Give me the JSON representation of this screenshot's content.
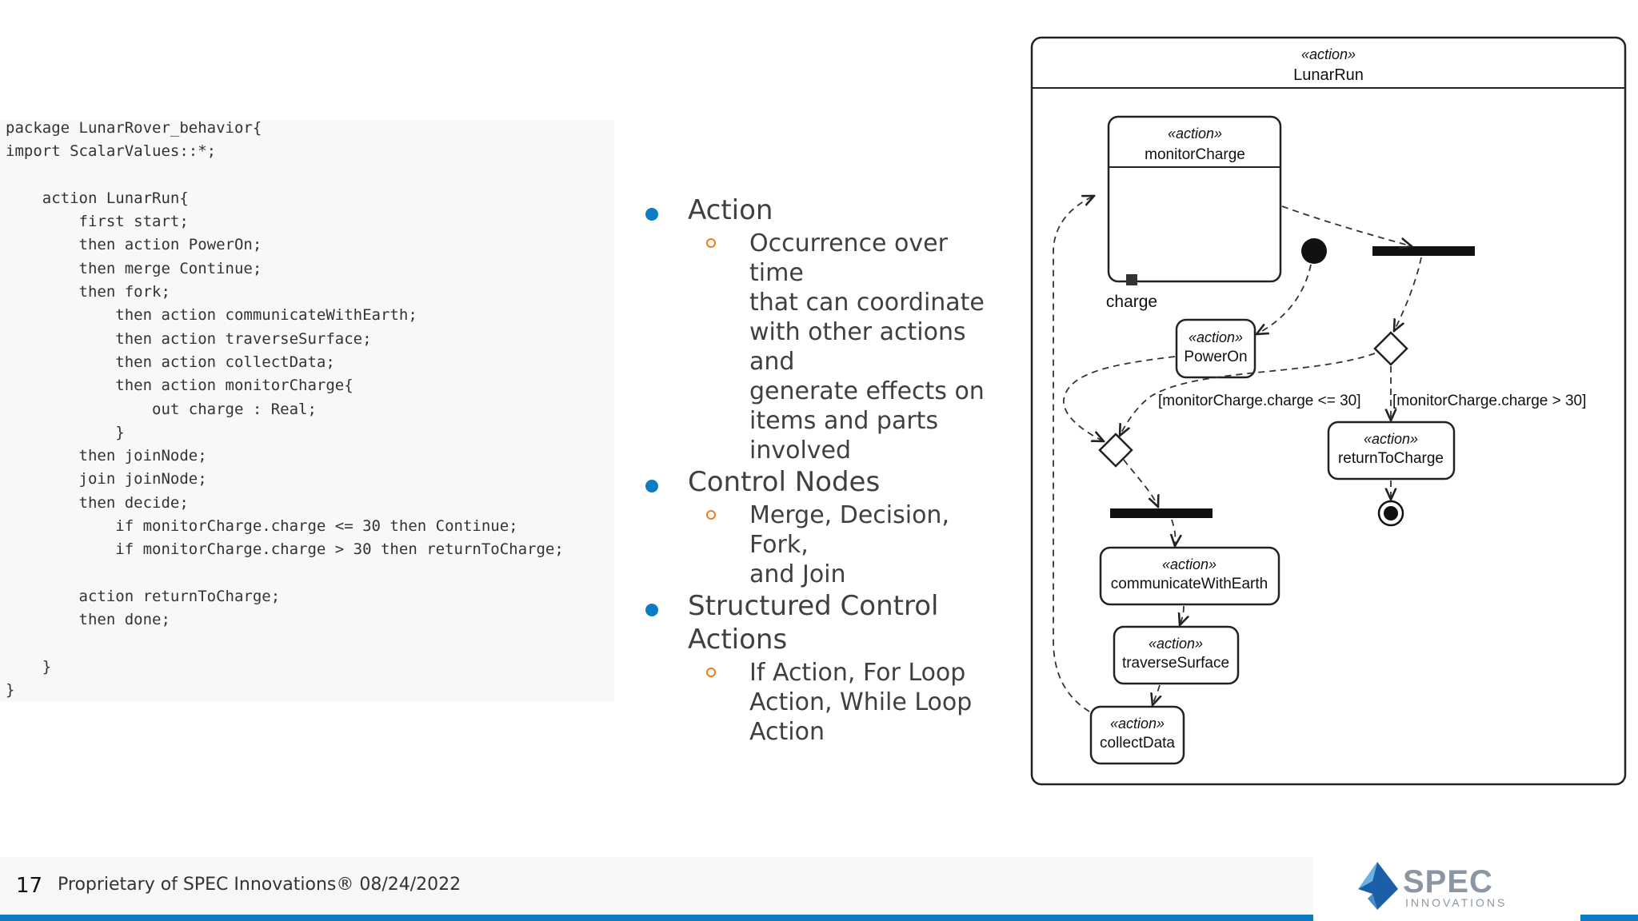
{
  "code": {
    "lines": [
      "package LunarRover_behavior{",
      "import ScalarValues::*;",
      "",
      "    action LunarRun{",
      "        first start;",
      "        then action PowerOn;",
      "        then merge Continue;",
      "        then fork;",
      "            then action communicateWithEarth;",
      "            then action traverseSurface;",
      "            then action collectData;",
      "            then action monitorCharge{",
      "                out charge : Real;",
      "            }",
      "        then joinNode;",
      "        join joinNode;",
      "        then decide;",
      "            if monitorCharge.charge <= 30 then Continue;",
      "            if monitorCharge.charge > 30 then returnToCharge;",
      "",
      "        action returnToCharge;",
      "        then done;",
      "",
      "    }",
      "}"
    ]
  },
  "bullets": [
    {
      "text": "Action",
      "subs": [
        [
          "Occurrence over time",
          "that can coordinate",
          "with other actions and",
          "generate effects on",
          "items and parts",
          "involved"
        ]
      ]
    },
    {
      "text": "Control Nodes",
      "subs": [
        [
          "Merge, Decision, Fork,",
          "and Join"
        ]
      ]
    },
    {
      "text": "Structured Control Actions",
      "subs": [
        [
          "If Action, For Loop",
          "Action, While Loop",
          "Action"
        ]
      ]
    }
  ],
  "diagram": {
    "stereotype": "«action»",
    "title": "LunarRun",
    "nodes": {
      "monitorCharge": "monitorCharge",
      "powerOn": "PowerOn",
      "returnToCharge": "returnToCharge",
      "communicateWithEarth": "communicateWithEarth",
      "traverseSurface": "traverseSurface",
      "collectData": "collectData"
    },
    "pin_label": "charge",
    "guard_le": "[monitorCharge.charge <= 30]",
    "guard_gt": "[monitorCharge.charge > 30]"
  },
  "footer": {
    "page_number": "17",
    "text": "Proprietary of SPEC Innovations® 08/24/2022"
  },
  "logo": {
    "name": "SPEC",
    "sub": "INNOVATIONS",
    "colors": [
      "#1a5fa8",
      "#6ab0e0",
      "#8a97a3"
    ]
  },
  "colors": {
    "accent_blue": "#0e7cc4",
    "accent_orange": "#f07d1c"
  }
}
